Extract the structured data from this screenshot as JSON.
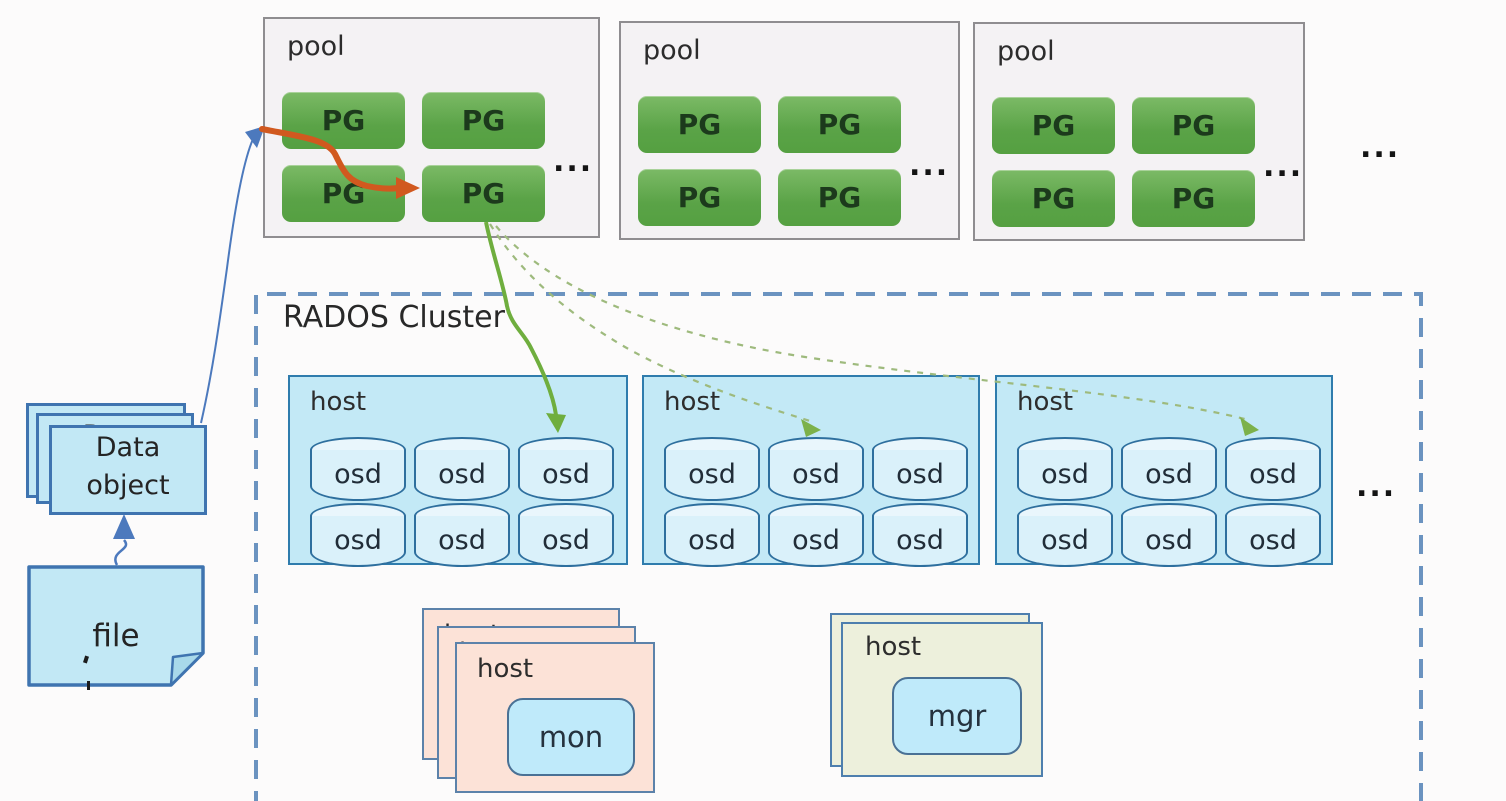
{
  "pools": [
    {
      "label": "pool",
      "pgs": [
        "PG",
        "PG",
        "PG",
        "PG"
      ],
      "more": "..."
    },
    {
      "label": "pool",
      "pgs": [
        "PG",
        "PG",
        "PG",
        "PG"
      ],
      "more": "..."
    },
    {
      "label": "pool",
      "pgs": [
        "PG",
        "PG",
        "PG",
        "PG"
      ],
      "more": "..."
    }
  ],
  "more_pools_ellipsis": "...",
  "rados": {
    "title": "RADOS Cluster",
    "hosts": [
      {
        "label": "host",
        "osds": [
          "osd",
          "osd",
          "osd",
          "osd",
          "osd",
          "osd"
        ]
      },
      {
        "label": "host",
        "osds": [
          "osd",
          "osd",
          "osd",
          "osd",
          "osd",
          "osd"
        ]
      },
      {
        "label": "host",
        "osds": [
          "osd",
          "osd",
          "osd",
          "osd",
          "osd",
          "osd"
        ]
      }
    ],
    "more_hosts_ellipsis": "...",
    "mon_host": {
      "label": "host",
      "daemon": "mon"
    },
    "mgr_host": {
      "label": "host",
      "daemon": "mgr"
    }
  },
  "client": {
    "data_object_label": "Data object",
    "file_label": "file"
  },
  "colors": {
    "pg_green": "#5aa347",
    "pool_bg": "#f4f2f4",
    "pool_border": "#8f8d90",
    "host_bg": "#c3e9f6",
    "host_border": "#2f7cad",
    "rados_dashed_border": "#6b93c0",
    "osd_fill": "#daf1fa",
    "mon_card_bg": "#fce2d7",
    "mgr_card_bg": "#edf0dc",
    "daemon_pill_bg": "#bfeafa",
    "doc_bg": "#c2e8f5",
    "doc_border": "#3f74b0",
    "arrow_orange": "#d1591f",
    "arrow_blue": "#4c79bd",
    "arrow_green_solid": "#6fae3e",
    "arrow_green_dashed": "#9eba7d"
  }
}
